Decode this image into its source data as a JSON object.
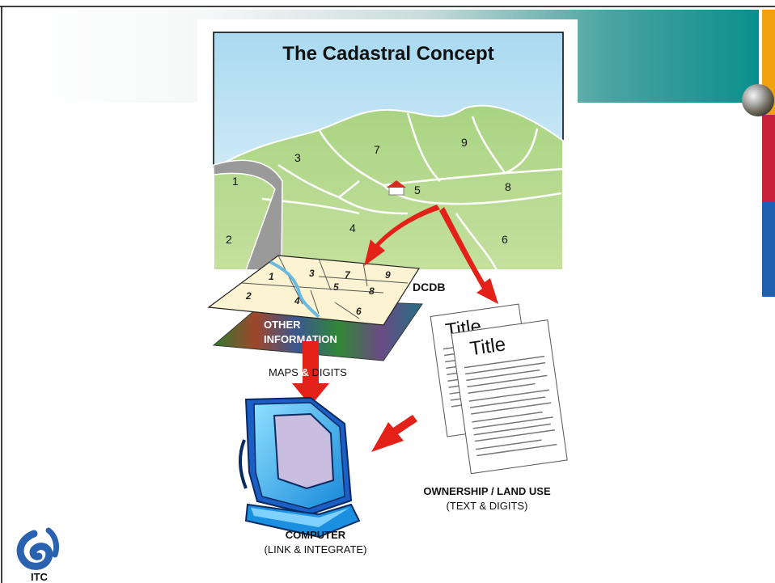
{
  "slide": {
    "title": "The Cadastral Concept",
    "colors": {
      "header_teal": "#0a8f8d",
      "bar_orange": "#f2a20f",
      "bar_red": "#c9213a",
      "bar_blue": "#1f5fb0",
      "arrow_red": "#e32119",
      "land_green": "#b5d98e",
      "sky_blue": "#bfe3f2"
    }
  },
  "landscape": {
    "parcels": [
      "1",
      "2",
      "3",
      "4",
      "5",
      "6",
      "7",
      "8",
      "9"
    ]
  },
  "layers": {
    "dcdb_label": "DCDB",
    "dcdb_parcels": [
      "1",
      "2",
      "3",
      "4",
      "5",
      "6",
      "7",
      "8",
      "9"
    ],
    "other_info_line1": "OTHER",
    "other_info_line2": "INFORMATION"
  },
  "flows": {
    "maps_digits_part1": "MAPS",
    "maps_digits_amp": "&",
    "maps_digits_part2": "DIGITS"
  },
  "documents": {
    "title_back": "Title",
    "title_front": "Title",
    "label_line1": "OWNERSHIP / LAND USE",
    "label_line2": "(TEXT & DIGITS)"
  },
  "computer": {
    "label_line1": "COMPUTER",
    "label_line2": "(LINK & INTEGRATE)"
  },
  "logo": {
    "text": "ITC",
    "icon": "itc-swirl-logo"
  }
}
